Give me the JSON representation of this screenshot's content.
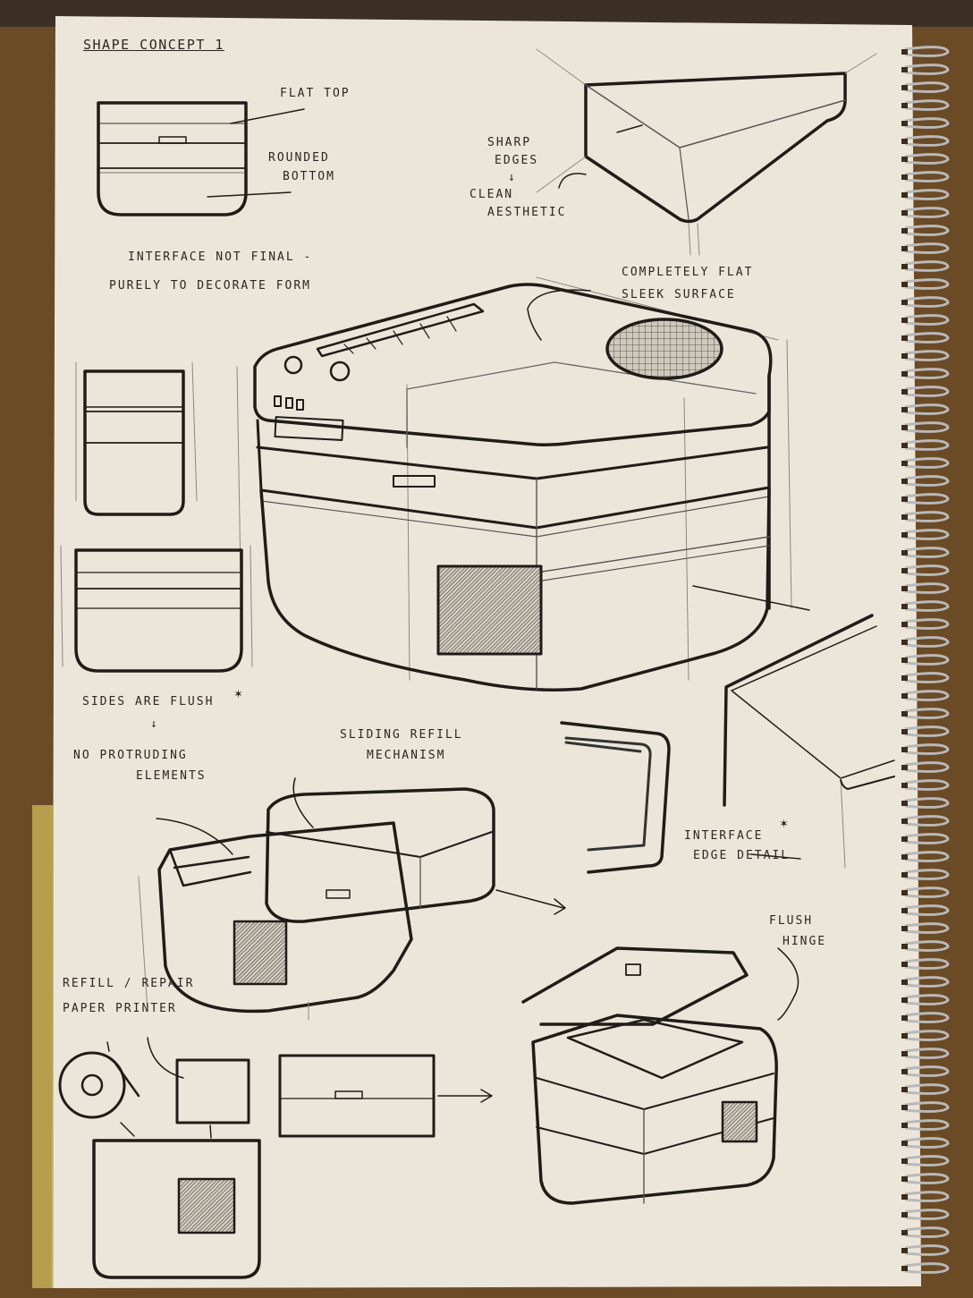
{
  "notes": {
    "title": "SHAPE CONCEPT 1",
    "flat_top": "FLAT TOP",
    "rounded_1": "ROUNDED",
    "rounded_2": "BOTTOM",
    "sharp_1": "SHARP",
    "sharp_2": "EDGES",
    "clean_1": "CLEAN",
    "clean_2": "AESTHETIC",
    "interface_1": "INTERFACE NOT FINAL -",
    "interface_2": "PURELY TO DECORATE FORM",
    "flat_surface_1": "COMPLETELY FLAT",
    "flat_surface_2": "SLEEK SURFACE",
    "sides_flush": "SIDES ARE FLUSH",
    "no_protruding_1": "NO PROTRUDING",
    "no_protruding_2": "ELEMENTS",
    "sliding_1": "SLIDING REFILL",
    "sliding_2": "MECHANISM",
    "edge_detail_1": "INTERFACE",
    "edge_detail_2": "EDGE DETAIL",
    "flush_hinge_1": "FLUSH",
    "flush_hinge_2": "HINGE",
    "refill_1": "REFILL / REPAIR",
    "refill_2": "PAPER PRINTER",
    "arrow_down": "↓",
    "star_1": "✶",
    "star_2": "✶"
  },
  "colors": {
    "paper": "#ece6da",
    "ink": "#1f1c19",
    "pencil": "#8c8680",
    "desk": "#6b4a26",
    "spiral": "#b9b9b9"
  }
}
